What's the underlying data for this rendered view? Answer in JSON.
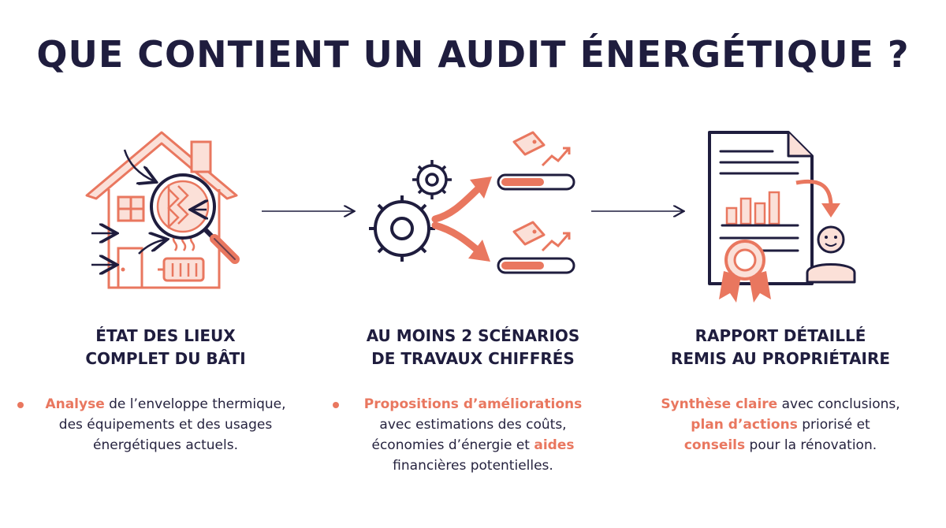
{
  "title": "QUE CONTIENT UN AUDIT ÉNERGÉTIQUE ?",
  "colors": {
    "accent": "#e9775f",
    "dark": "#1f1d3e"
  },
  "icons": [
    "house-inspection-icon",
    "gears-scenarios-icon",
    "report-document-icon",
    "arrow-right-icon"
  ],
  "steps": [
    {
      "title_lines": [
        "ÉTAT DES LIEUX",
        "COMPLET DU BÂTI"
      ],
      "body": {
        "l1_hl": "Analyse",
        "l1_rest": " de l’enveloppe thermique,",
        "l2": "des équipements et des usages",
        "l3": "énergétiques actuels."
      }
    },
    {
      "title_lines": [
        "AU MOINS 2 SCÉNARIOS",
        "DE TRAVAUX CHIFFRÉS"
      ],
      "body": {
        "l1_hl": "Propositions d’améliorations",
        "l2": "avec estimations des coûts,",
        "l3_pre": "économies d’énergie et ",
        "l3_hl": "aides",
        "l4": "financières potentielles."
      }
    },
    {
      "title_lines": [
        "RAPPORT DÉTAILLÉ",
        "REMIS AU PROPRIÉTAIRE"
      ],
      "body": {
        "l1_hl": "Synthèse claire",
        "l1_rest": " avec conclusions,",
        "l2_hl": "plan d’actions",
        "l2_rest": " priorisé et",
        "l3_hl": "conseils",
        "l3_rest": " pour la rénovation."
      }
    }
  ]
}
